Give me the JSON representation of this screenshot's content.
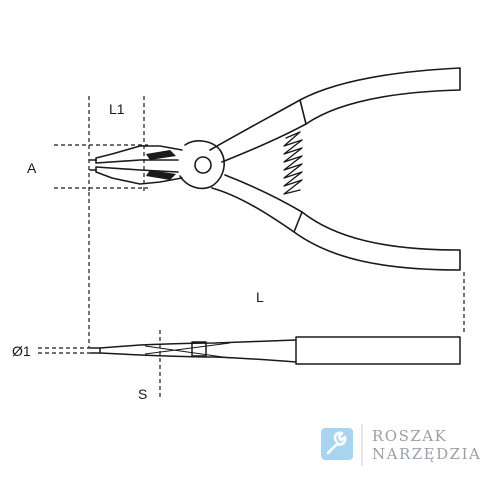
{
  "diagram": {
    "labels": {
      "l1": "L1",
      "a": "A",
      "l": "L",
      "d1": "Ø1",
      "s": "S"
    }
  },
  "watermark": {
    "line1": "ROSZAK",
    "line2": "NARZĘDZIA",
    "icon": "wrench-icon",
    "color": "#9aa0a6",
    "icon_color": "#a8d4f0"
  }
}
